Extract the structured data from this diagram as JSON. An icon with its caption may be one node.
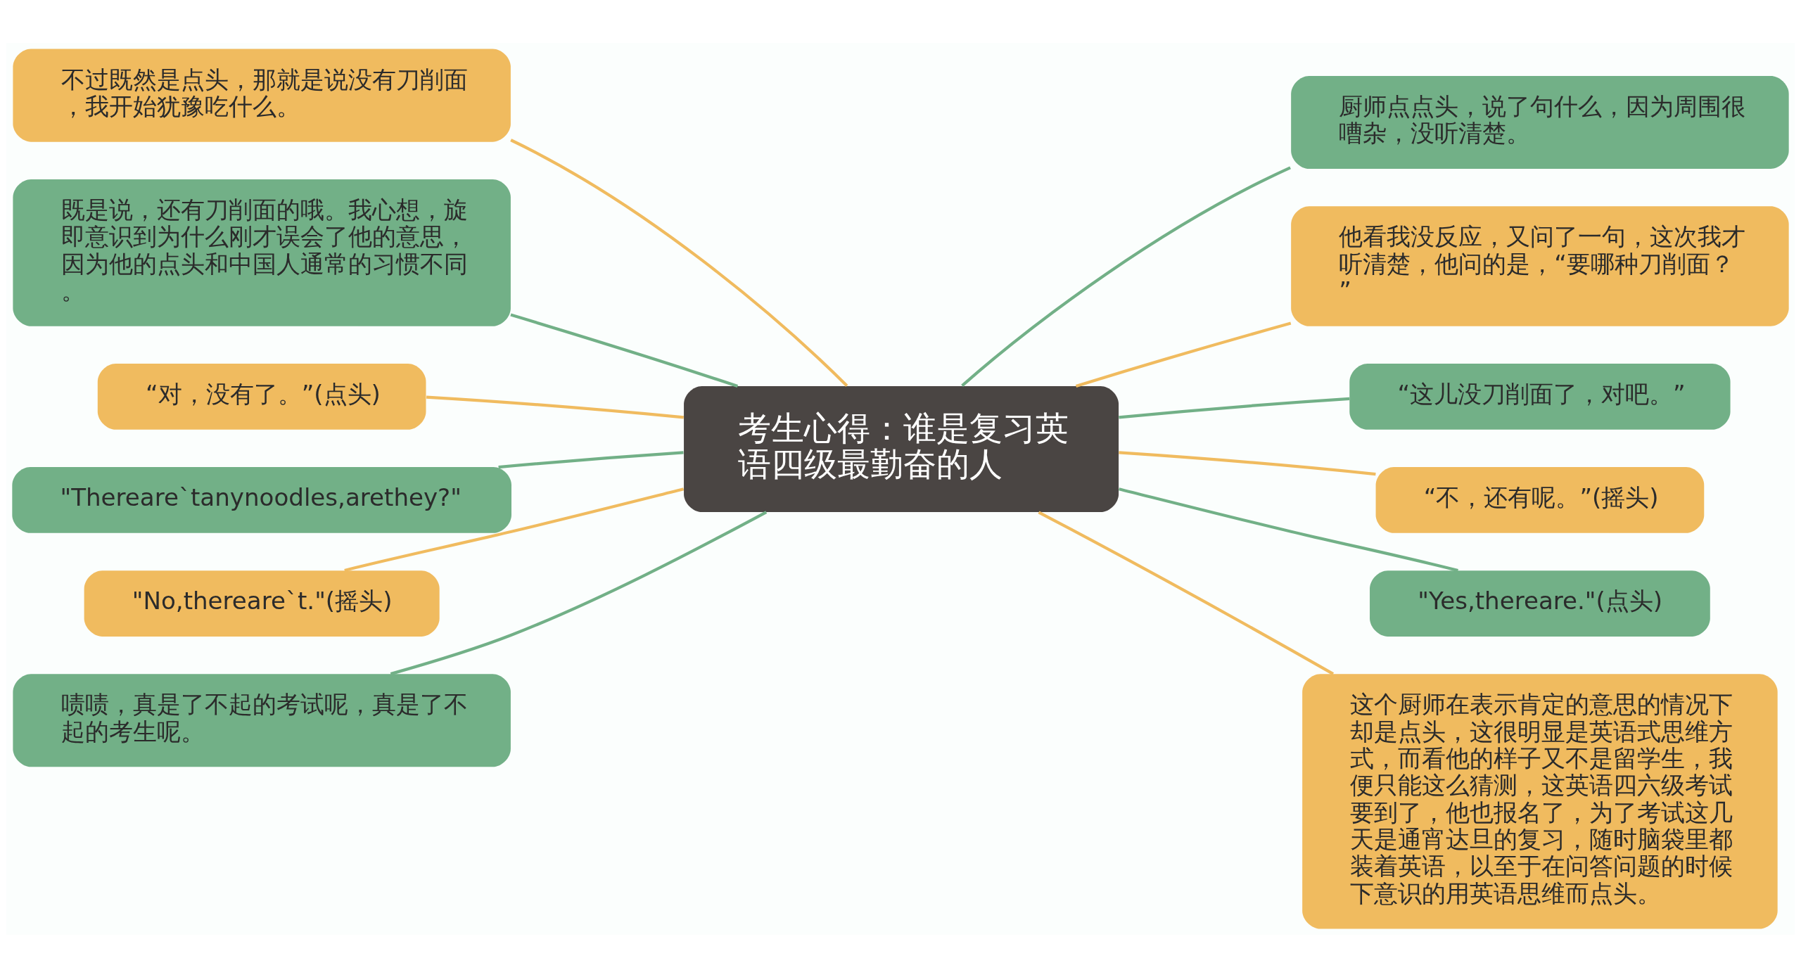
{
  "diagram": {
    "nodes": [
      {
        "text": [
          "考生心得：谁是复习英语四级最勤奋的人"
        ]
      },
      {
        "text": [
          "不过既然是点头，那就是说没有刀削面，我开始犹豫吃什么。"
        ]
      },
      {
        "text": [
          "既是说，还有刀削面的哦。我心想，旋即意识到为什么刚才误会了他的意思，因为他的点头和中国人通常的习惯不同。"
        ]
      },
      {
        "text": [
          "“对，没有了。”(点头)"
        ]
      },
      {
        "text": [
          "\"Thereare`tanynoodles,arethey?\""
        ]
      },
      {
        "text": [
          "\"No,thereare`t.\"(摇头)"
        ]
      },
      {
        "text": [
          "啧啧，真是了不起的考试呢，真是了不起的考生呢。"
        ]
      },
      {
        "text": [
          "厨师点点头，说了句什么，因为周围很嘈杂，没听清楚。"
        ]
      },
      {
        "text": [
          "他看我没反应，又问了一句，这次我才听清楚，他问的是，“要哪种刀削面？”"
        ]
      },
      {
        "text": [
          "“这儿没刀削面了，对吧。”"
        ]
      },
      {
        "text": [
          "“不，还有呢。”(摇头)"
        ]
      },
      {
        "text": [
          "\"Yes,thereare.\"(点头)"
        ]
      },
      {
        "text": [
          "这个厨师在表示肯定的意思的情况下却是点头，这很明显是英语式思维方式，而看他的样子又不是留学生，我便只能这么猜测，这英语四六级考试要到了，他也报名了，为了考试这几天是通宵达旦的复习，随时脑袋里都装着英语，以至于在问答问题的时候下意识的用英语思维而点头。"
        ]
      }
    ],
    "edges": [
      {
        "from": 0,
        "to": 1,
        "arrow": "none",
        "color": "#f0bb5f"
      },
      {
        "from": 0,
        "to": 2,
        "arrow": "none",
        "color": "#72b087"
      },
      {
        "from": 0,
        "to": 3,
        "arrow": "none",
        "color": "#f0bb5f"
      },
      {
        "from": 0,
        "to": 4,
        "arrow": "none",
        "color": "#72b087"
      },
      {
        "from": 0,
        "to": 5,
        "arrow": "none",
        "color": "#f0bb5f"
      },
      {
        "from": 0,
        "to": 6,
        "arrow": "none",
        "color": "#72b087"
      },
      {
        "from": 0,
        "to": 7,
        "arrow": "none",
        "color": "#72b087"
      },
      {
        "from": 0,
        "to": 8,
        "arrow": "none",
        "color": "#f0bb5f"
      },
      {
        "from": 0,
        "to": 9,
        "arrow": "none",
        "color": "#72b087"
      },
      {
        "from": 0,
        "to": 10,
        "arrow": "none",
        "color": "#f0bb5f"
      },
      {
        "from": 0,
        "to": 11,
        "arrow": "none",
        "color": "#72b087"
      },
      {
        "from": 0,
        "to": 12,
        "arrow": "none",
        "color": "#f0bb5f"
      }
    ]
  }
}
